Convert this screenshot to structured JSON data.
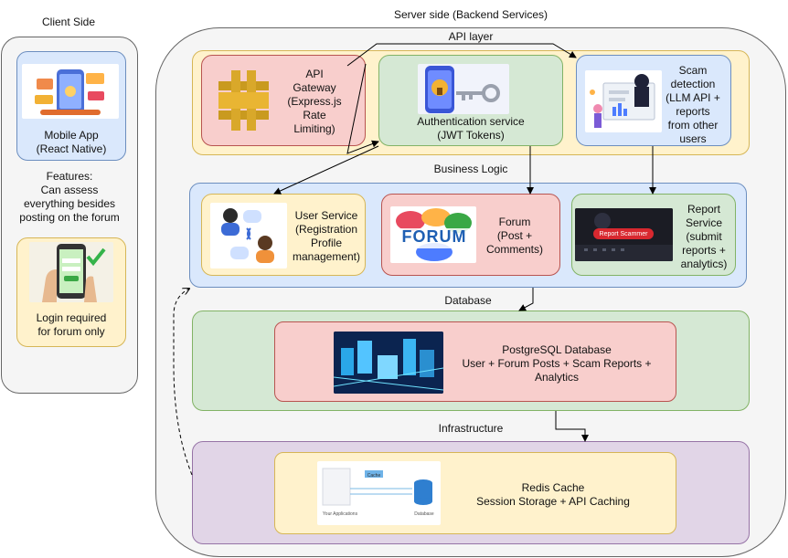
{
  "client": {
    "title": "Client Side",
    "mobile_app_label": "Mobile App\n(React Native)",
    "features_text": "Features:\nCan assess\neverything besides\nposting on the forum",
    "login_label": "Login required\nfor forum only"
  },
  "server": {
    "title": "Server side (Backend Services)",
    "api_layer": {
      "title": "API layer",
      "gateway_label": "API\nGateway\n(Express.js\nRate\nLimiting)",
      "auth_label": "Authentication service\n(JWT Tokens)",
      "scam_label": "Scam\ndetection\n(LLM API +\nreports\nfrom other\nusers"
    },
    "business_logic": {
      "title": "Business Logic",
      "user_service_label": "User Service\n(Registration\nProfile\nmanagement)",
      "forum_label": "Forum\n(Post +\nComments)",
      "forum_logo_text": "FORUM",
      "report_label": "Report\nService\n(submit\nreports +\nanalytics)",
      "report_button_text": "Report Scammer"
    },
    "database": {
      "title": "Database",
      "postgres_label": "PostgreSQL Database\nUser + Forum Posts + Scam Reports +\nAnalytics"
    },
    "infrastructure": {
      "title": "Infrastructure",
      "redis_label": "Redis Cache\nSession Storage + API Caching",
      "redis_thumb_cache": "Cache",
      "redis_thumb_app": "Your Applications",
      "redis_thumb_db": "Database"
    }
  },
  "colors": {
    "yellow_fill": "#fff2cc",
    "yellow_stroke": "#d6b656",
    "blue_fill": "#dae8fc",
    "blue_stroke": "#6c8ebf",
    "green_fill": "#d5e8d4",
    "green_stroke": "#82b366",
    "red_fill": "#f8cecc",
    "red_stroke": "#b85450",
    "purple_fill": "#e1d5e7",
    "purple_stroke": "#9673a6",
    "grey_fill": "#f5f5f5",
    "grey_stroke": "#666666"
  }
}
